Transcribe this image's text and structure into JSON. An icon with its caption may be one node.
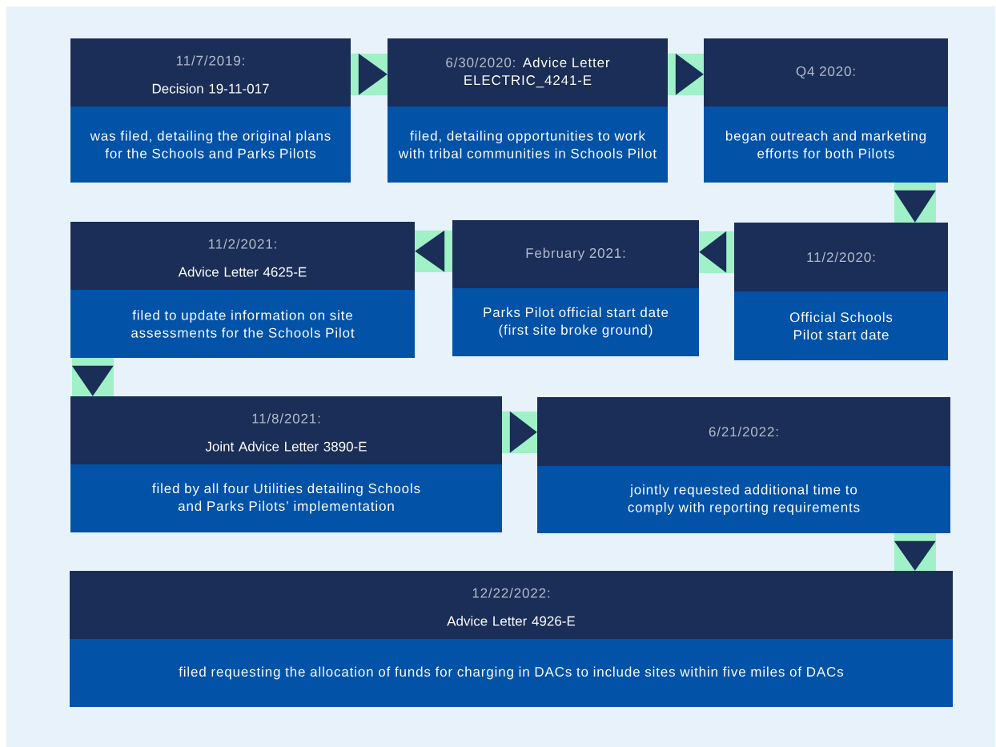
{
  "diagram": {
    "nodes": [
      {
        "text": [
          "11/7/2019:",
          "Decision 19-11-017",
          "was filed, detailing the original plans for the Schools and Parks Pilots"
        ]
      },
      {
        "text": [
          "6/30/2020:",
          "Advice Letter ELECTRIC_4241-E",
          "filed, detailing opportunities to work with tribal communities in Schools Pilot"
        ]
      },
      {
        "text": [
          "Q4 2020:",
          "began outreach and marketing efforts for both Pilots"
        ]
      },
      {
        "text": [
          "11/2/2020:",
          "Official Schools Pilot start date"
        ]
      },
      {
        "text": [
          "February 2021:",
          "Parks Pilot official start date (first site broke ground)"
        ]
      },
      {
        "text": [
          "11/2/2021:",
          "Advice Letter 4625-E",
          "filed to update information on site assessments for the Schools Pilot"
        ]
      },
      {
        "text": [
          "11/8/2021:",
          "Joint Advice Letter 3890-E",
          "filed by all four Utilities detailing Schools and Parks Pilots’ implementation"
        ]
      },
      {
        "text": [
          "6/21/2022:",
          "jointly requested additional time to comply with reporting requirements"
        ]
      },
      {
        "text": [
          "12/22/2022:",
          "Advice Letter 4926-E",
          "filed requesting the allocation of funds for charging in DACs to include sites within five miles of DACs"
        ]
      }
    ],
    "edges": [
      {
        "from": 0,
        "to": 1,
        "arrow": "to"
      },
      {
        "from": 1,
        "to": 2,
        "arrow": "to"
      },
      {
        "from": 2,
        "to": 3,
        "arrow": "to"
      },
      {
        "from": 3,
        "to": 4,
        "arrow": "to"
      },
      {
        "from": 4,
        "to": 5,
        "arrow": "to"
      },
      {
        "from": 5,
        "to": 6,
        "arrow": "to"
      },
      {
        "from": 6,
        "to": 7,
        "arrow": "to"
      },
      {
        "from": 7,
        "to": 8,
        "arrow": "to"
      }
    ]
  }
}
